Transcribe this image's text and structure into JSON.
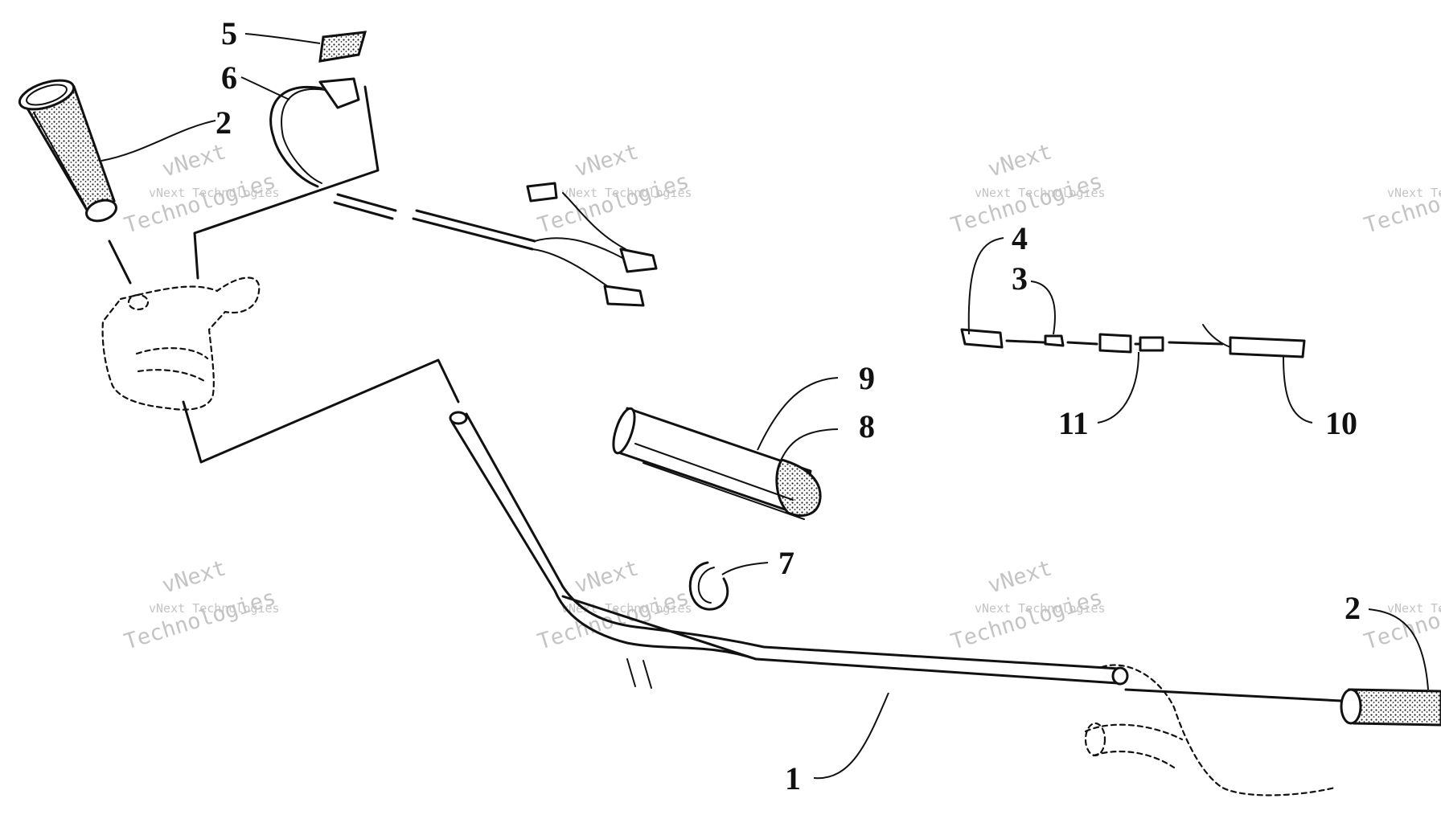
{
  "callouts": {
    "c1": "1",
    "c2_left": "2",
    "c2_right": "2",
    "c3": "3",
    "c4": "4",
    "c5": "5",
    "c6": "6",
    "c7": "7",
    "c8": "8",
    "c9": "9",
    "c10": "10",
    "c11": "11"
  },
  "watermark": {
    "line": "vNext Technologies",
    "word1": "vNext",
    "word2": "Technologies"
  }
}
